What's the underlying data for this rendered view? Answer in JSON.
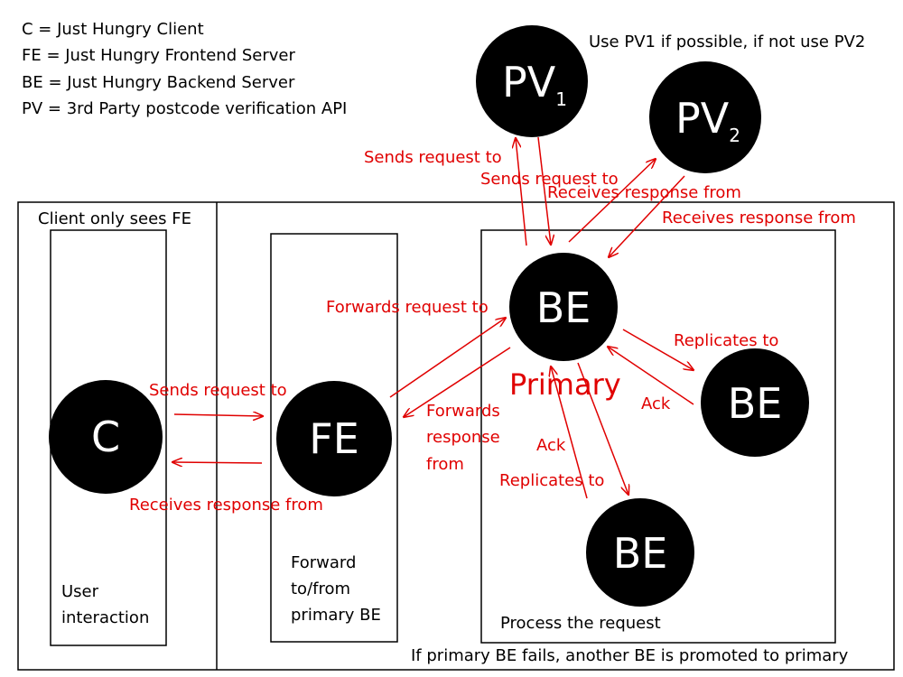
{
  "legend": [
    "C = Just Hungry Client",
    "FE = Just Hungry Frontend Server",
    "BE = Just Hungry Backend Server",
    "PV = 3rd Party postcode verification API"
  ],
  "notes": {
    "pv_policy": "Use PV1 if possible, if not use PV2",
    "client_sees": "Client only sees FE",
    "user_interaction": [
      "User",
      "interaction"
    ],
    "forward_box": [
      "Forward",
      "to/from",
      "primary BE"
    ],
    "process": "Process the request",
    "failover": "If primary BE fails, another BE is promoted to primary",
    "primary": "Primary"
  },
  "nodes": {
    "c": "C",
    "fe": "FE",
    "be_primary": "BE",
    "be_right": "BE",
    "be_bottom": "BE",
    "pv1": "PV",
    "pv1_sub": "1",
    "pv2": "PV",
    "pv2_sub": "2"
  },
  "edges": {
    "c_to_fe": "Sends request to",
    "fe_to_c": "Receives response from",
    "fe_to_be": "Forwards request to",
    "be_to_fe": [
      "Forwards",
      "response",
      "from"
    ],
    "be_to_pv1": "Sends request to",
    "pv1_to_be": "Sends request to",
    "be_to_pv2": "Receives response from",
    "pv2_to_be": "Receives response from",
    "be_to_be_right": "Replicates to",
    "be_right_ack": "Ack",
    "be_to_be_bottom": "Replicates to",
    "be_bottom_ack": "Ack"
  },
  "colors": {
    "edge": "#e00000",
    "node": "#000000",
    "label": "#e00000"
  }
}
